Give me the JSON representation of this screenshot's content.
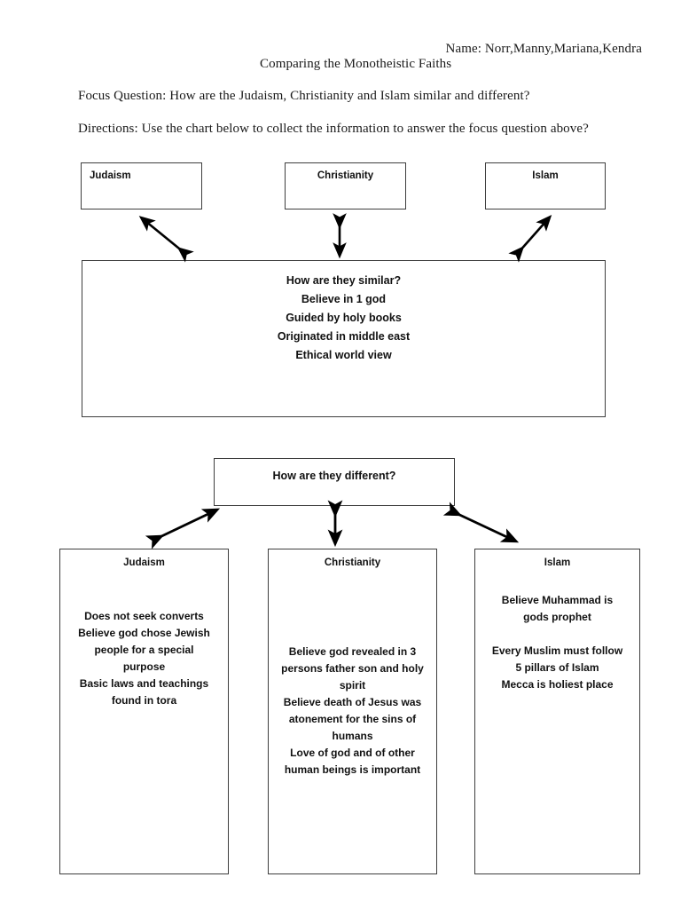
{
  "header": {
    "name_line": "Name: Norr,Manny,Mariana,Kendra",
    "doc_title": "Comparing the Monotheistic Faiths",
    "focus_question": "Focus Question: How are the Judaism, Christianity and Islam similar and different?",
    "directions": "Directions: Use the chart below to collect the information to answer the focus question above?"
  },
  "top_boxes": [
    {
      "title": "Judaism"
    },
    {
      "title": "Christianity"
    },
    {
      "title": "Islam"
    }
  ],
  "similar_box": {
    "heading": "How are they similar?",
    "lines": [
      "Believe in 1 god",
      "Guided by holy books",
      "Originated in middle east",
      "Ethical world view"
    ]
  },
  "different_box": {
    "heading": "How are they different?"
  },
  "bottom_boxes": [
    {
      "title": "Judaism",
      "lines": [
        "Does not seek converts",
        "Believe god chose Jewish",
        "people for a special",
        "purpose",
        "Basic laws and teachings",
        "found in tora"
      ]
    },
    {
      "title": "Christianity",
      "lines": [
        "Believe god revealed in 3",
        "persons father son and holy",
        "spirit",
        "Believe death of Jesus was",
        "atonement for the sins of",
        "humans",
        "Love of god and of other",
        "human beings is important"
      ]
    },
    {
      "title": "Islam",
      "lines": [
        "Believe Muhammad is",
        "gods prophet",
        "",
        "Every Muslim must follow",
        "5 pillars of Islam",
        "Mecca is holiest place"
      ]
    }
  ],
  "arrows": {
    "top_left": {
      "name": "double-arrow-judaism-similar",
      "type": "double-headed-diagonal"
    },
    "top_middle": {
      "name": "double-arrow-christianity-similar",
      "type": "double-headed-vertical"
    },
    "top_right": {
      "name": "double-arrow-islam-similar",
      "type": "double-headed-diagonal"
    },
    "bot_left": {
      "name": "double-arrow-different-judaism",
      "type": "double-headed-diagonal"
    },
    "bot_middle": {
      "name": "double-arrow-different-christianity",
      "type": "double-headed-vertical"
    },
    "bot_right": {
      "name": "double-arrow-different-islam",
      "type": "double-headed-diagonal"
    }
  },
  "colors": {
    "page_background": "#ffffff",
    "box_border": "#3d3d3d",
    "text": "#111111",
    "arrow": "#000000"
  }
}
